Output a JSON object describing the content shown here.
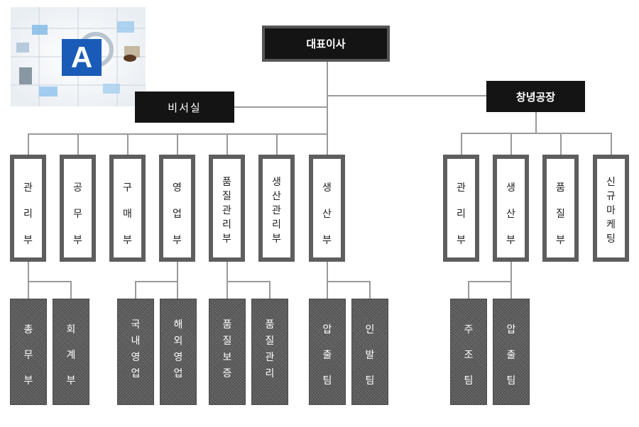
{
  "ceo": "대표이사",
  "secretary": "비서실",
  "factory": "창녕공장",
  "logo_letter": "A",
  "hq_departments": [
    {
      "id": "admin",
      "chars": [
        "관",
        "리",
        "부"
      ]
    },
    {
      "id": "engineering",
      "chars": [
        "공",
        "무",
        "부"
      ]
    },
    {
      "id": "purchasing",
      "chars": [
        "구",
        "매",
        "부"
      ]
    },
    {
      "id": "sales",
      "chars": [
        "영",
        "업",
        "부"
      ]
    },
    {
      "id": "quality",
      "chars": [
        "품",
        "질",
        "관",
        "리",
        "부"
      ]
    },
    {
      "id": "production-mgmt",
      "chars": [
        "생",
        "산",
        "관",
        "리",
        "부"
      ]
    },
    {
      "id": "production",
      "chars": [
        "생",
        "산",
        "부"
      ]
    }
  ],
  "factory_departments": [
    {
      "id": "f-admin",
      "chars": [
        "관",
        "리",
        "부"
      ]
    },
    {
      "id": "f-production",
      "chars": [
        "생",
        "산",
        "부"
      ]
    },
    {
      "id": "f-quality",
      "chars": [
        "품",
        "질",
        "부"
      ]
    },
    {
      "id": "f-marketing",
      "chars": [
        "신",
        "규",
        "마",
        "케",
        "팅"
      ]
    }
  ],
  "teams": [
    {
      "id": "general-affairs",
      "chars": [
        "총",
        "무",
        "부"
      ]
    },
    {
      "id": "accounting",
      "chars": [
        "회",
        "계",
        "부"
      ]
    },
    {
      "id": "domestic-sales",
      "chars": [
        "국",
        "내",
        "영",
        "업"
      ]
    },
    {
      "id": "overseas-sales",
      "chars": [
        "해",
        "외",
        "영",
        "업"
      ]
    },
    {
      "id": "quality-assurance",
      "chars": [
        "품",
        "질",
        "보",
        "증"
      ]
    },
    {
      "id": "quality-control",
      "chars": [
        "품",
        "질",
        "관",
        "리"
      ]
    },
    {
      "id": "extrusion",
      "chars": [
        "압",
        "출",
        "팀"
      ]
    },
    {
      "id": "drawing",
      "chars": [
        "인",
        "발",
        "팀"
      ]
    },
    {
      "id": "casting",
      "chars": [
        "주",
        "조",
        "팀"
      ]
    },
    {
      "id": "f-extrusion",
      "chars": [
        "압",
        "출",
        "팀"
      ]
    }
  ],
  "colors": {
    "box_black": "#141414",
    "frame_grey": "#5e5e5e",
    "team_grey": "#6a6a6a",
    "line": "#9a9a9a",
    "logo_blue": "#1a5bb8"
  }
}
